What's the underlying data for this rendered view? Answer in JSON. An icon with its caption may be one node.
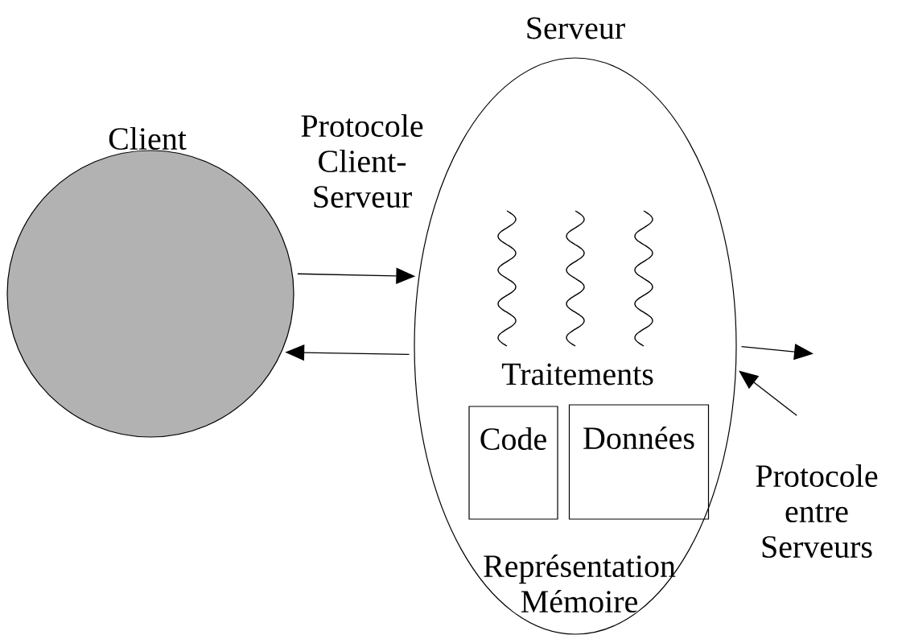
{
  "diagram": {
    "nodes": [
      {
        "text": [
          "Client"
        ]
      },
      {
        "text": [
          "Serveur",
          "Traitements",
          "Représentation Mémoire"
        ]
      },
      {
        "text": [
          "Code"
        ],
        "in": 1
      },
      {
        "text": [
          "Données"
        ],
        "in": 1
      }
    ],
    "edges": [
      {
        "from": 0,
        "to": 1,
        "arrow": "to"
      },
      {
        "from": 1,
        "to": 0,
        "arrow": "to"
      },
      {
        "from": 1,
        "to": null,
        "arrow": "to"
      },
      {
        "from": null,
        "to": 1,
        "arrow": "to"
      }
    ],
    "labels": [
      "Protocole Client-Serveur",
      "Protocole entre Serveurs"
    ]
  }
}
